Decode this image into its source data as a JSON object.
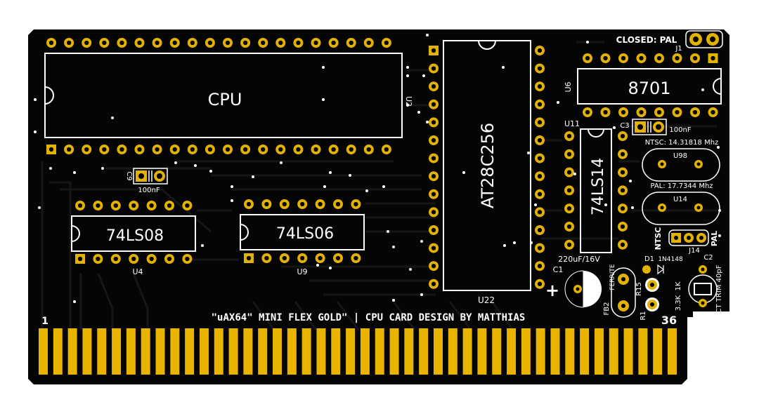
{
  "colors": {
    "board": "#050505",
    "trace": "#161616",
    "silkscreen": "#ffffff",
    "pad_gold": "#e3b200",
    "finger_gold": "#e8b400"
  },
  "components": {
    "cpu": {
      "label": "CPU",
      "ref": "U2",
      "pins_per_row": 20
    },
    "eprom": {
      "label": "AT28C256",
      "ref": "U22",
      "pins_per_row": 14
    },
    "u6": {
      "label": "8701",
      "ref": "U6",
      "pins_per_row": 8
    },
    "u11": {
      "label": "74LS14",
      "ref": "U11",
      "pins_per_row": 7
    },
    "u4": {
      "label": "74LS08",
      "ref": "U4",
      "pins_per_row": 7
    },
    "u9": {
      "label": "74LS06",
      "ref": "U9",
      "pins_per_row": 7
    },
    "c9": {
      "ref": "C9",
      "value": "100nF"
    },
    "c3": {
      "ref": "C3",
      "value": "100nF"
    },
    "c1": {
      "ref": "C1",
      "value": "220uF/16V"
    },
    "fb2": {
      "ref": "FB2",
      "value": "FERRITE"
    },
    "u98": {
      "ref": "U98",
      "value": "NTSC: 14.31818 Mhz"
    },
    "u14": {
      "ref": "U14",
      "value": "PAL: 17.7344 Mhz"
    },
    "j1": {
      "ref": "J1",
      "note": "CLOSED: PAL"
    },
    "j14": {
      "ref": "J14",
      "left": "NTSC",
      "right": "PAL"
    },
    "d1": {
      "ref": "D1",
      "value": "1N4148"
    },
    "r15": {
      "ref": "R15",
      "value": "1K"
    },
    "r1": {
      "ref": "R1",
      "value": "3.3K"
    },
    "c2": {
      "ref": "C2",
      "value": "CT TRIM 40pF"
    }
  },
  "board": {
    "banner": "\"uAX64\" MINI FLEX GOLD\"  |  CPU CARD   DESIGN BY MATTHIAS",
    "pin_first": "1",
    "pin_last": "36",
    "plus": "+",
    "edge_fingers": 44
  }
}
